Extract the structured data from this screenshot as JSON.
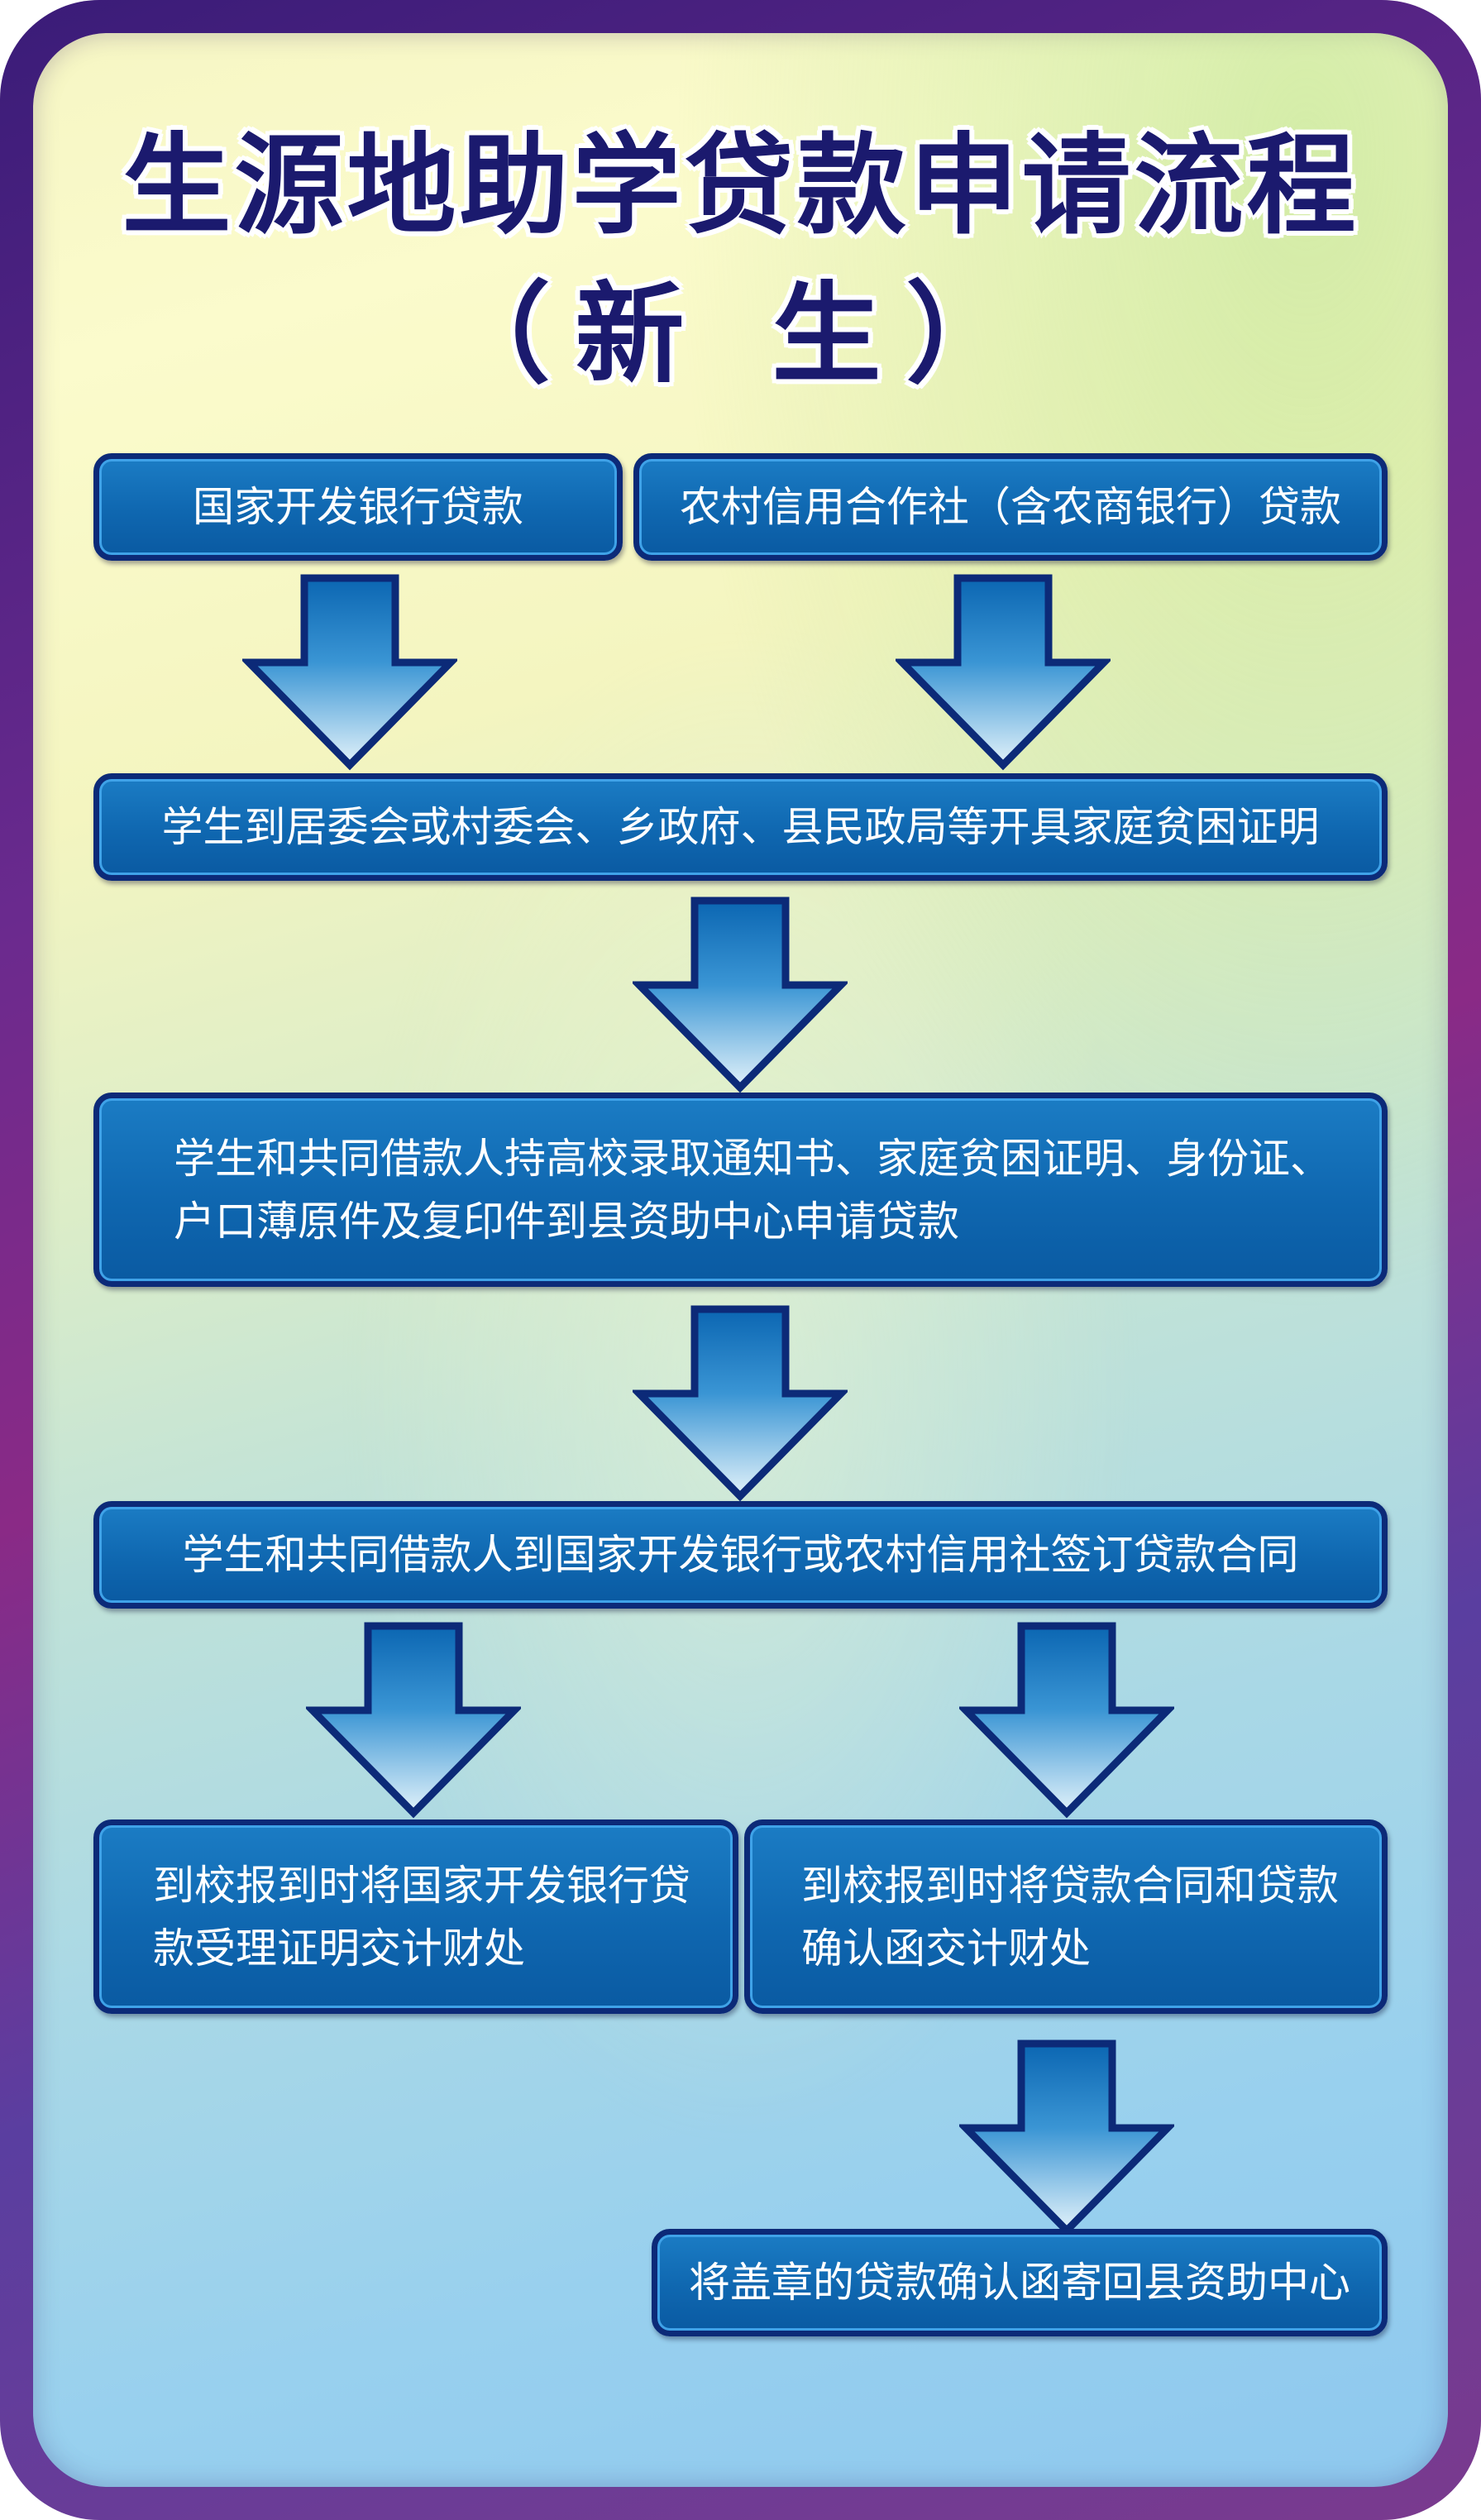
{
  "title": {
    "main": "生源地助学贷款申请流程",
    "sub": "（新 生）"
  },
  "steps": {
    "cdb_loan": "国家开发银行贷款",
    "rcc_loan": "农村信用合作社（含农商银行）贷款",
    "poverty_cert": "学生到居委会或村委会、乡政府、县民政局等开具家庭贫困证明",
    "apply": "学生和共同借款人持高校录取通知书、家庭贫困证明、身份证、\n户口薄原件及复印件到县资助中心申请贷款",
    "sign_contract": "学生和共同借款人到国家开发银行或农村信用社签订贷款合同",
    "cdb_submit": "到校报到时将国家开发银行贷\n款受理证明交计财处",
    "rcc_submit": "到校报到时将贷款合同和贷款\n确认函交计财处",
    "return_letter": "将盖章的贷款确认函寄回县资助中心"
  },
  "colors": {
    "box_fill": "#0f67b0",
    "box_border": "#0c2a78",
    "title_text": "#1b1a6e",
    "arrow_top": "#0d6fb8",
    "arrow_bottom": "#d8ecf6"
  }
}
